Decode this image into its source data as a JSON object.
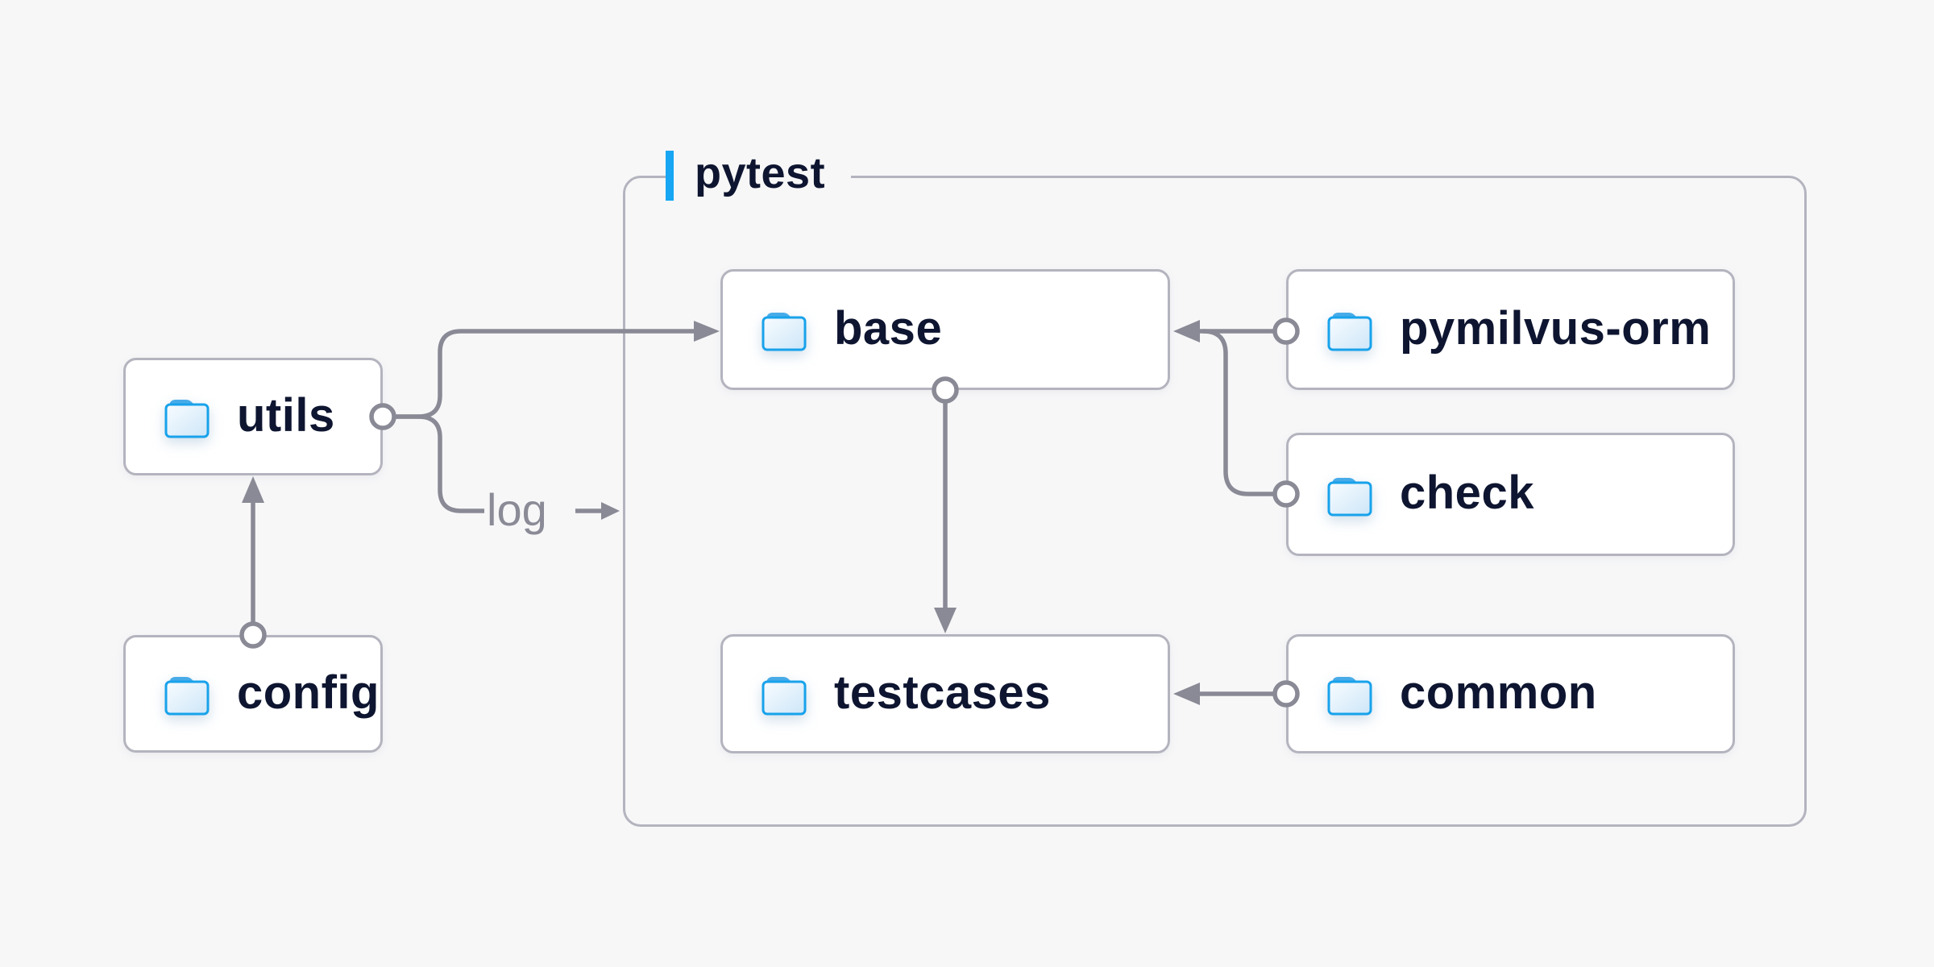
{
  "group": {
    "label": "pytest"
  },
  "nodes": {
    "utils": {
      "label": "utils"
    },
    "config": {
      "label": "config"
    },
    "base": {
      "label": "base"
    },
    "pymilvus_orm": {
      "label": "pymilvus-orm"
    },
    "check": {
      "label": "check"
    },
    "testcases": {
      "label": "testcases"
    },
    "common": {
      "label": "common"
    }
  },
  "edges": {
    "log_label": "log"
  },
  "colors": {
    "page_bg": "#f7f7f8",
    "node_bg": "#ffffff",
    "node_border": "#b4b4bf",
    "group_border": "#b4b4bf",
    "label_text": "#0e1530",
    "muted_text": "#8a8b96",
    "connector": "#898a95",
    "accent": "#16a6f3",
    "folder_stroke": "#18a2eb",
    "folder_tab": "#47abe8",
    "folder_fill_light": "#f8fcff",
    "folder_fill_dark": "#cde6f8"
  }
}
